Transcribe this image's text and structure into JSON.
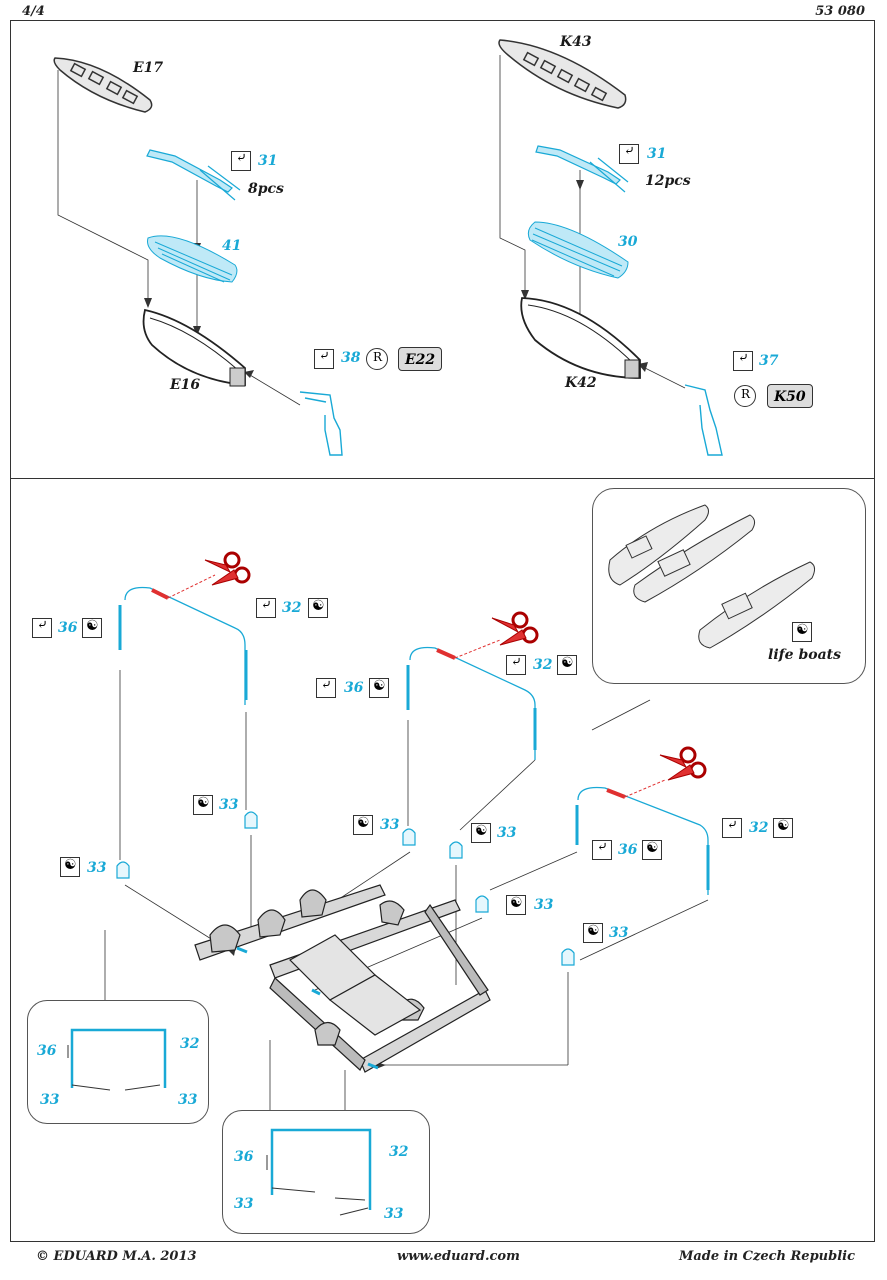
{
  "header": {
    "page": "4/4",
    "code": "53 080"
  },
  "top_left": {
    "labels": {
      "e17": "E17",
      "e16": "E16",
      "p31": "31",
      "qty31": "8pcs",
      "p41": "41",
      "p38": "38",
      "ref": "E22"
    }
  },
  "top_right": {
    "labels": {
      "k43": "K43",
      "k42": "K42",
      "p31": "31",
      "qty31": "12pcs",
      "p30": "30",
      "p37": "37",
      "ref": "K50"
    }
  },
  "bottom": {
    "labels": {
      "a36": "36",
      "a32": "32",
      "a33a": "33",
      "a33b": "33",
      "b36": "36",
      "b32": "32",
      "b33a": "33",
      "b33b": "33",
      "c36": "36",
      "c32": "32",
      "c33a": "33",
      "c33b": "33"
    },
    "lifeboats_caption": "life boats",
    "inset1": {
      "p36": "36",
      "p32": "32",
      "p33a": "33",
      "p33b": "33"
    },
    "inset2": {
      "p36": "36",
      "p32": "32",
      "p33a": "33",
      "p33b": "33"
    }
  },
  "footer": {
    "copyright": "© EDUARD  M.A. 2013",
    "url": "www.eduard.com",
    "origin": "Made in Czech Republic"
  },
  "colors": {
    "pe_part": "#19a9d6",
    "cut_marker": "#e03030",
    "line": "#333333"
  },
  "icons": [
    "bend-icon",
    "fold-icon",
    "scissors-icon",
    "resin-ref-icon"
  ]
}
